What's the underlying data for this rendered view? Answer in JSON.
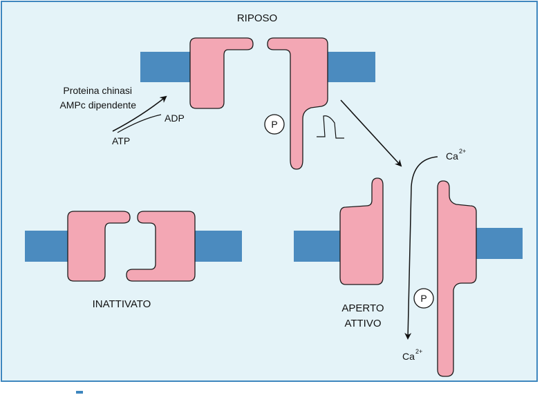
{
  "states": {
    "resting": "RIPOSO",
    "inactivated": "INATTIVATO",
    "open_line1": "APERTO",
    "open_line2": "ATTIVO"
  },
  "phosphorylation": {
    "enzyme_line1": "Proteina chinasi",
    "enzyme_line2": "AMPc  dipendente",
    "substrate": "ATP",
    "product": "ADP",
    "phosphate_symbol": "P"
  },
  "ion": {
    "base": "Ca",
    "charge": "2+"
  },
  "colors": {
    "background": "#e4f3f8",
    "frame": "#3d86be",
    "membrane": "#4b8bbf",
    "protein": "#f3a7b4",
    "outline": "#1a1a1a"
  },
  "icons": [
    "arrow-icon",
    "phosphate-icon",
    "voltage-pulse-icon"
  ]
}
